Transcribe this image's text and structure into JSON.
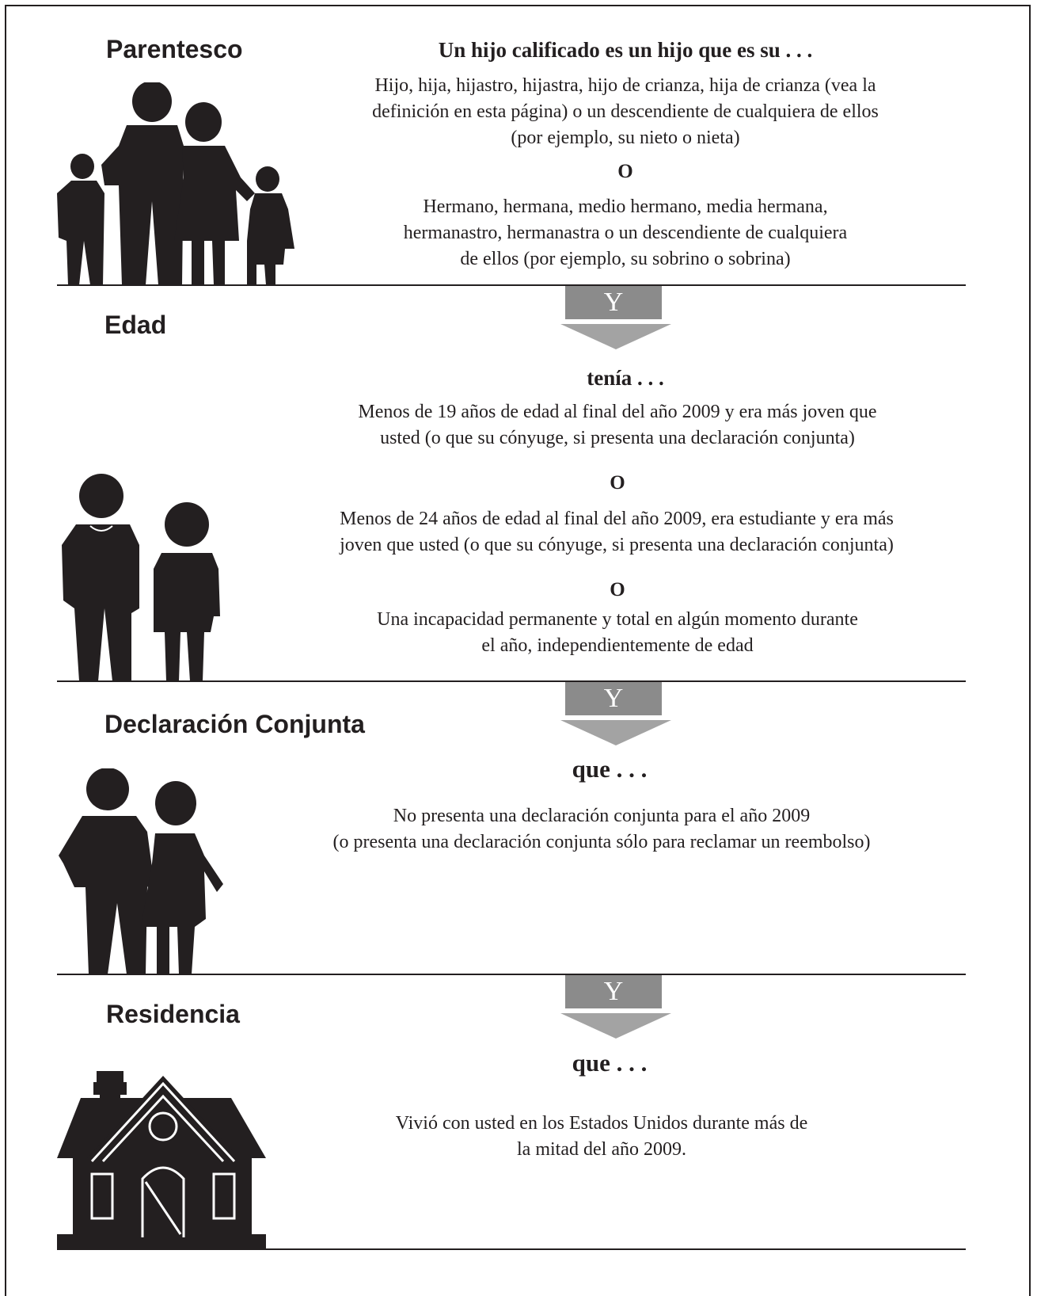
{
  "sections": {
    "relationship": {
      "title": "Parentesco",
      "heading": "Un hijo calificado es un hijo que es su . . .",
      "option1": [
        "Hijo, hija, hijastro, hijastra, hijo de crianza, hija de crianza (vea la",
        "definición en esta página) o un descendiente de cualquiera de ellos",
        "(por ejemplo, su nieto o nieta)"
      ],
      "or1": "O",
      "option2": [
        "Hermano, hermana, medio hermano, media hermana,",
        "hermanastro, hermanastra o un descendiente de cualquiera",
        "de ellos (por ejemplo, su sobrino o sobrina)"
      ]
    },
    "age": {
      "title": "Edad",
      "heading": "tenía . . .",
      "option1": [
        "Menos de 19 años de edad al final del año 2009 y era más joven que",
        "usted (o que su cónyuge, si presenta una declaración conjunta)"
      ],
      "or1": "O",
      "option2": [
        "Menos de 24 años de edad al final del año 2009, era estudiante y era más",
        "joven que usted (o que su cónyuge, si presenta una declaración conjunta)"
      ],
      "or2": "O",
      "option3": [
        "Una incapacidad permanente y total en algún momento durante",
        "el año, independientemente de edad"
      ]
    },
    "joint": {
      "title": "Declaración Conjunta",
      "heading": "que . . .",
      "text": [
        "No presenta una declaración conjunta para el año 2009",
        "(o presenta una declaración conjunta sólo para reclamar un reembolso)"
      ]
    },
    "residency": {
      "title": "Residencia",
      "heading": "que . . .",
      "text": [
        "Vivió con usted en los Estados Unidos durante más de",
        "la mitad del año 2009."
      ]
    }
  },
  "connectors": {
    "label": "Y",
    "rect_color": "#8b8b8b",
    "arrow_color": "#a3a3a3"
  },
  "icons": [
    "family-icon",
    "two-children-icon",
    "couple-icon",
    "house-icon"
  ]
}
